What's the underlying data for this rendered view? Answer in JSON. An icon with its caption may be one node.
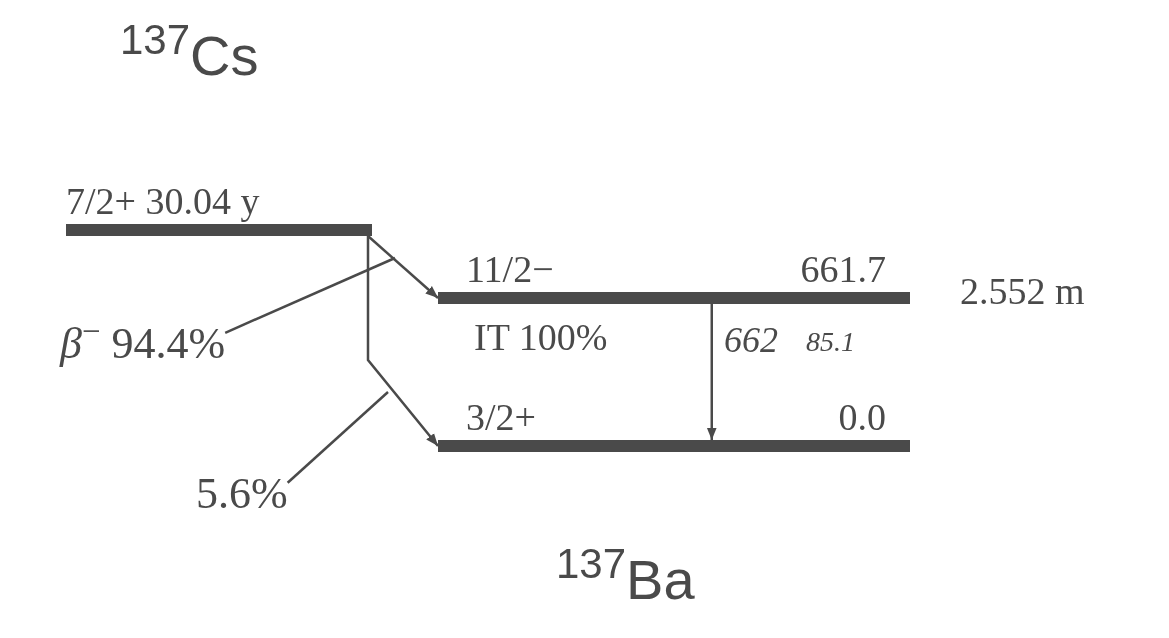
{
  "diagram": {
    "nodes": [
      {
        "text": [
          "7/2+ 30.04 y"
        ]
      },
      {
        "text": [
          "11/2−",
          "661.7"
        ],
        "beside": [
          "2.552 m"
        ]
      },
      {
        "text": [
          "3/2+",
          "0.0"
        ]
      },
      {
        "text": [
          "*β*$^{−}$ 94.4%"
        ]
      },
      {
        "text": [
          "5.6%"
        ]
      }
    ],
    "edges": [
      {
        "from": 0,
        "to": 1,
        "arrow": "to"
      },
      {
        "from": 0,
        "to": 2,
        "arrow": "to"
      },
      {
        "from": 1,
        "to": 2,
        "arrow": "to",
        "label": "IT 100%"
      },
      {
        "from": 3,
        "to": null,
        "arrow": "none"
      },
      {
        "from": 4,
        "to": null,
        "arrow": "none"
      }
    ],
    "labels": [
      "$^{137}$Cs",
      "662",
      "85.1",
      "$^{137}$Ba"
    ]
  }
}
